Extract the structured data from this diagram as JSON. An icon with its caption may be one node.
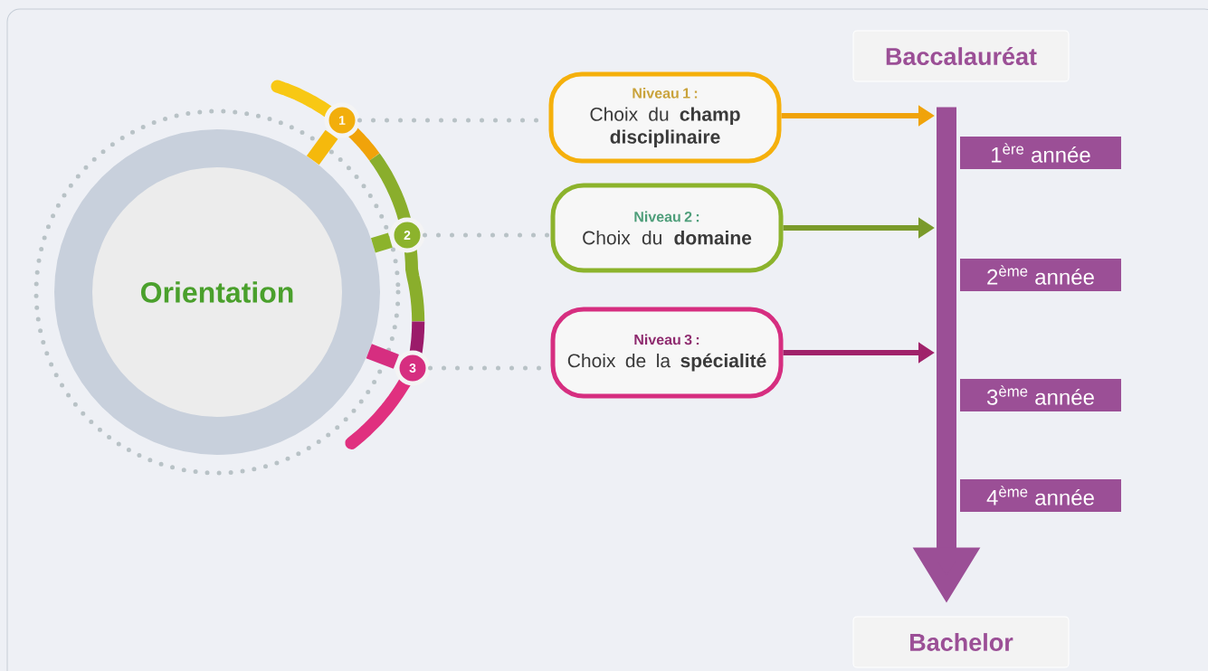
{
  "diagram": {
    "nodes": [
      {
        "text": [
          "Orientation"
        ]
      },
      {
        "text": [
          "1"
        ]
      },
      {
        "text": [
          "2"
        ]
      },
      {
        "text": [
          "3"
        ]
      },
      {
        "text": [
          "Niveau 1 :",
          "Choix du **champ disciplinaire**"
        ]
      },
      {
        "text": [
          "Niveau 2 :",
          "Choix du **domaine**"
        ]
      },
      {
        "text": [
          "Niveau 3 :",
          "Choix de la **spécialité**"
        ]
      },
      {
        "text": [
          "Baccalauréat"
        ]
      },
      {
        "text": [
          "1$^{ère}$ année"
        ]
      },
      {
        "text": [
          "2$^{ème}$ année"
        ]
      },
      {
        "text": [
          "3$^{ème}$ année"
        ]
      },
      {
        "text": [
          "4$^{ème}$ année"
        ]
      },
      {
        "text": [
          "Bachelor"
        ]
      }
    ],
    "edges": [
      {
        "from": 0,
        "to": 1,
        "arrow": "none",
        "style": "thick",
        "color": "#f5b90c"
      },
      {
        "from": 0,
        "to": 2,
        "arrow": "none",
        "style": "thick",
        "color": "#8cb32c"
      },
      {
        "from": 0,
        "to": 3,
        "arrow": "none",
        "style": "thick",
        "color": "#d62e80"
      },
      {
        "from": 1,
        "to": 4,
        "arrow": "none",
        "style": "dashed",
        "color": "#b8c2c6"
      },
      {
        "from": 2,
        "to": 5,
        "arrow": "none",
        "style": "dashed",
        "color": "#b8c2c6"
      },
      {
        "from": 3,
        "to": 6,
        "arrow": "none",
        "style": "dashed",
        "color": "#b8c2c6"
      },
      {
        "from": 4,
        "to": null,
        "arrow": "to",
        "color": "#f0a30a"
      },
      {
        "from": 5,
        "to": null,
        "arrow": "to",
        "color": "#7a9a2a"
      },
      {
        "from": 6,
        "to": null,
        "arrow": "to",
        "color": "#a0226a"
      },
      {
        "from": 7,
        "to": 12,
        "arrow": "to",
        "style": "thick",
        "color": "#9b4f96"
      }
    ]
  }
}
